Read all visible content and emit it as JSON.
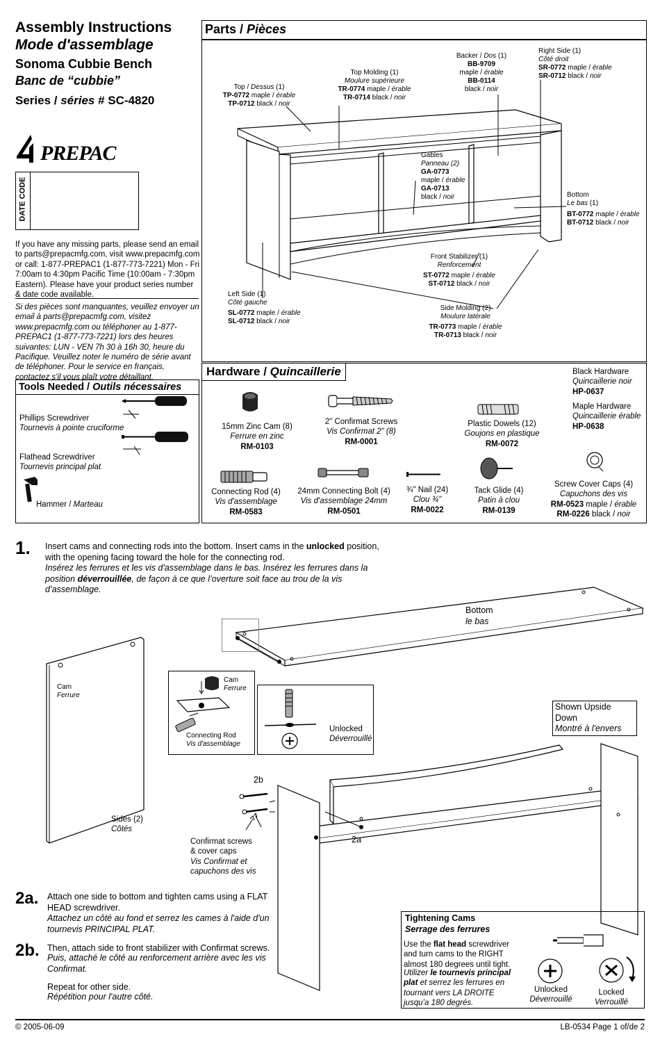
{
  "header": {
    "title_en": "Assembly Instructions",
    "title_fr": "Mode d'assemblage",
    "product_en": "Sonoma Cubbie Bench",
    "product_fr": "Banc de “cubbie”",
    "series_prefix": "Series / ",
    "series_fr": "séries",
    "series_num": " # SC-4820",
    "brand": "PREPAC",
    "date_code_label": "DATE CODE"
  },
  "contact": {
    "en": "If you have any missing parts, please send an email to parts@prepacmfg.com, visit www.prepacmfg.com or call: 1-877-PREPAC1 (1-877-773-7221) Mon - Fri 7:00am to 4:30pm Pacific Time (10:00am - 7:30pm Eastern). Please have your product series number & date code available.",
    "fr": "Si des pièces sont manquantes, veuillez envoyer un email à parts@prepacmfg.com, visitez www.prepacmfg.com ou téléphoner au 1-877-PREPAC1 (1-877-773-7221) lors des heures suivantes:  LUN - VEN 7h 30 à 16h 30, heure du Pacifique.  Veuillez noter le numéro de série avant de téléphoner.  Pour le service en français, contactez s'il vous plaît votre détaillant."
  },
  "tools": {
    "title_en": "Tools Needed / ",
    "title_fr": "Outils nécessaires",
    "items": [
      {
        "en": "Phillips Screwdriver",
        "fr": "Tournevis à pointe cruciforme"
      },
      {
        "en": "Flathead Screwdriver",
        "fr": "Tournevis principal plat"
      },
      {
        "en": "Hammer / ",
        "fr": "Marteau"
      }
    ]
  },
  "parts": {
    "title_en": "Parts / ",
    "title_fr": "Pièces",
    "top": {
      "en": "Top / ",
      "fr": "Dessus",
      "qty": " (1)",
      "c1": "TP-0772",
      "c1t": " maple / ",
      "c1f": "érable",
      "c2": "TP-0712",
      "c2t": " black / ",
      "c2f": "noir"
    },
    "top_molding": {
      "en": "Top Molding (1)",
      "fr": "Moulure supérieure",
      "c1": "TR-0774",
      "c1t": " maple / ",
      "c1f": "érable",
      "c2": "TR-0714",
      "c2t": " black / ",
      "c2f": "noir"
    },
    "backer": {
      "en": "Backer / ",
      "fr": "Dos",
      "qty": " (1)",
      "c1": "BB-9709",
      "c1t": "maple / ",
      "c1f": "érable",
      "c2": "BB-0114",
      "c2t": "black / ",
      "c2f": "noir"
    },
    "right_side": {
      "en": "Right Side (1)",
      "fr": "Côté droit",
      "c1": "SR-0772",
      "c1t": " maple / ",
      "c1f": "érable",
      "c2": "SR-0712",
      "c2t": " black / ",
      "c2f": "noir"
    },
    "gables": {
      "en": "Gables",
      "fr": "Panneau (2)",
      "c1": "GA-0773",
      "c1t": "maple / ",
      "c1f": "érable",
      "c2": "GA-0713",
      "c2t": "black / ",
      "c2f": "noir"
    },
    "bottom": {
      "en": "Bottom",
      "fr": "Le bas",
      "qty": " (1)",
      "c1": "BT-0772",
      "c1t": " maple / ",
      "c1f": "érable",
      "c2": "BT-0712",
      "c2t": " black / ",
      "c2f": "noir"
    },
    "front_stab": {
      "en": "Front Stabilizer (1)",
      "fr": "Renforcement",
      "c1": "ST-0772",
      "c1t": " maple / ",
      "c1f": "érable",
      "c2": "ST-0712",
      "c2t": " black / ",
      "c2f": "noir"
    },
    "left_side": {
      "en": "Left Side (1)",
      "fr": "Côté gauche",
      "c1": "SL-0772",
      "c1t": " maple / ",
      "c1f": "érable",
      "c2": "SL-0712",
      "c2t": " black / ",
      "c2f": "noir"
    },
    "side_molding": {
      "en": "Side Molding (2)",
      "fr": "Moulure latérale",
      "c1": "TR-0773",
      "c1t": " maple / ",
      "c1f": "érable",
      "c2": "TR-0713",
      "c2t": " black / ",
      "c2f": "noir"
    }
  },
  "hardware": {
    "title_en": "Hardware / ",
    "title_fr": "Quincaillerie",
    "black": {
      "en": "Black Hardware",
      "fr": "Quincaillerie noir",
      "code": "HP-0637"
    },
    "maple": {
      "en": "Maple Hardware",
      "fr": "Quincaillerie érable",
      "code": "HP-0638"
    },
    "items": [
      {
        "en": "15mm Zinc Cam (8)",
        "fr": "Ferrure en zinc",
        "code": "RM-0103"
      },
      {
        "en": "2\"  Confirmat  Screws",
        "fr": "Vis Confirmat 2\" (8)",
        "code": "RM-0001"
      },
      {
        "en": "Plastic Dowels (12)",
        "fr": "Goujons en plastique",
        "code": "RM-0072"
      },
      {
        "en": "Connecting Rod (4)",
        "fr": "Vis d'assemblage",
        "code": "RM-0583"
      },
      {
        "en": "24mm Connecting Bolt (4)",
        "fr": "Vis d'assemblage 24mm",
        "code": "RM-0501"
      },
      {
        "en": "¾\" Nail (24)",
        "fr": "Clou ¾\"",
        "code": "RM-0022"
      },
      {
        "en": "Tack Glide (4)",
        "fr": "Patin à clou",
        "code": "RM-0139"
      },
      {
        "en": "Screw Cover Caps (4)",
        "fr": "Capuchons des vis",
        "c1": "RM-0523",
        "c1t": " maple / ",
        "c1f": "érable",
        "c2": "RM-0226",
        "c2t": " black / ",
        "c2f": "noir"
      }
    ]
  },
  "step1": {
    "num": "1.",
    "en_a": "Insert cams and connecting rods into the bottom. Insert cams in the ",
    "en_b": "unlocked",
    "en_c": " position, with the opening facing toward the hole for the connecting rod.",
    "fr_a": "Insérez les ferrures et les vis d'assemblage dans le bas. Insérez les ferrures dans la position ",
    "fr_b": "déverrouillée",
    "fr_c": ", de façon à ce que l’overture soit face au trou de la vis d’assemblage."
  },
  "diagram": {
    "bottom_en": "Bottom",
    "bottom_fr": "le bas",
    "cam_en": "Cam",
    "cam_fr": "Ferrure",
    "rod_en": "Connecting Rod",
    "rod_fr": "Vis d'assemblage",
    "unlocked_en": "Unlocked",
    "unlocked_fr": "Déverrouillé",
    "sides_en": "Sides (2)",
    "sides_fr": "Côtés",
    "upside_en": "Shown Upside Down",
    "upside_fr": "Montré à l'envers",
    "label_2a": "2a",
    "label_2b": "2b",
    "confirmat_en1": "Confirmat screws",
    "confirmat_en2": "& cover caps",
    "confirmat_fr1": "Vis Confirmat et",
    "confirmat_fr2": "capuchons des vis"
  },
  "step2a": {
    "num": "2a.",
    "en": "Attach one side to bottom and tighten cams using a FLAT HEAD screwdriver.",
    "fr": "Attachez un côté au fond et serrez les cames à l'aide d'un tournevis PRINCIPAL PLAT."
  },
  "step2b": {
    "num": "2b.",
    "en": "Then, attach side to front stabilizer with Confirmat screws.",
    "fr": "Puis, attaché le côté au renforcement arrière avec les vis Confirmat.",
    "repeat_en": "Repeat for other side.",
    "repeat_fr": "Répétition pour l'autre côté."
  },
  "tightening": {
    "title_en": "Tightening Cams",
    "title_fr": "Serrage des ferrures",
    "en_a": "Use the ",
    "en_b": "flat head",
    "en_c": "  screwdriver and turn cams to the RIGHT almost 180 degrees until tight.",
    "fr_a": "Utilizer ",
    "fr_b": "le tournevis principal plat",
    "fr_c": " et serrez les ferrures en tournant vers LA DROITE jusqu’a 180 degrés.",
    "unlocked_en": "Unlocked",
    "unlocked_fr": "Déverrouillé",
    "locked_en": "Locked",
    "locked_fr": "Verrouillé"
  },
  "footer": {
    "copyright": "© 2005-06-09",
    "page": "LB-0534 Page 1 of/de 2"
  }
}
